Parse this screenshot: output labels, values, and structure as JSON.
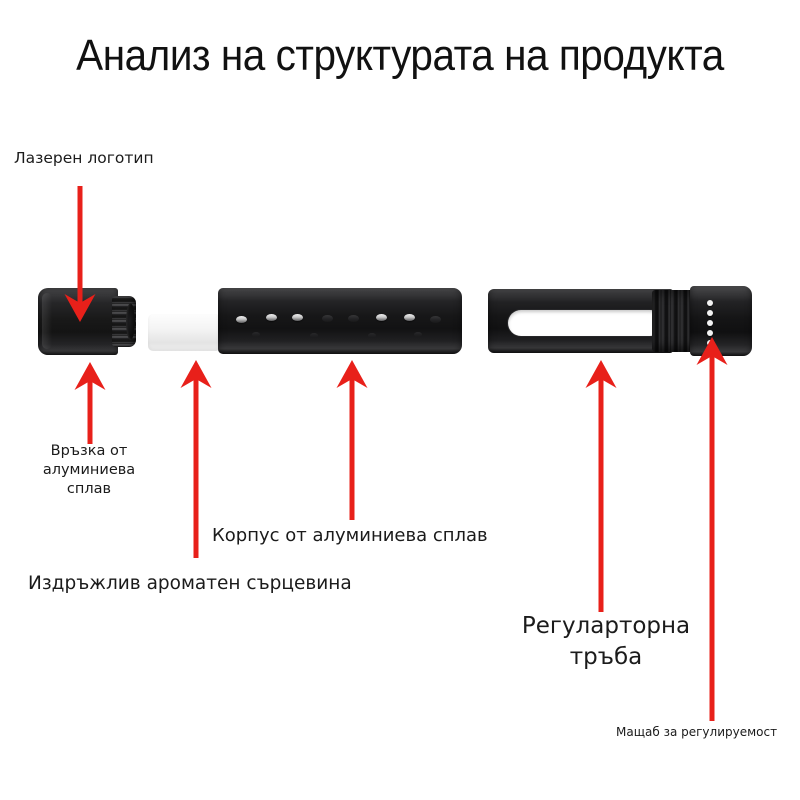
{
  "page": {
    "title": "Анализ на структурата на продукта",
    "background_color": "#ffffff",
    "arrow_color": "#e8201a",
    "text_color": "#1b1b1b"
  },
  "labels": {
    "laser_logo": "Лазерен логотип",
    "alloy_joint": "Връзка от\nалуминиева\nсплав",
    "alloy_body": "Корпус от алуминиева сплав",
    "durable_core": "Издръжлив ароматен сърцевина",
    "regulator_tube": "Регуларторна\nтръба",
    "adjustability_scale": "Мащаб за регулируемост"
  },
  "parts": {
    "cap": "aluminium-alloy-cap",
    "core": "fragrance-core",
    "body": "perforated-aluminium-body",
    "tube": "adjustment-tube",
    "scale_dot_count": 5,
    "body_hole_count": 8
  },
  "arrows": [
    {
      "name": "laser-logo-arrow",
      "direction": "down"
    },
    {
      "name": "alloy-joint-arrow",
      "direction": "up"
    },
    {
      "name": "durable-core-arrow",
      "direction": "up"
    },
    {
      "name": "alloy-body-arrow",
      "direction": "up"
    },
    {
      "name": "regulator-tube-arrow",
      "direction": "up"
    },
    {
      "name": "adjustability-scale-arrow",
      "direction": "up"
    }
  ]
}
